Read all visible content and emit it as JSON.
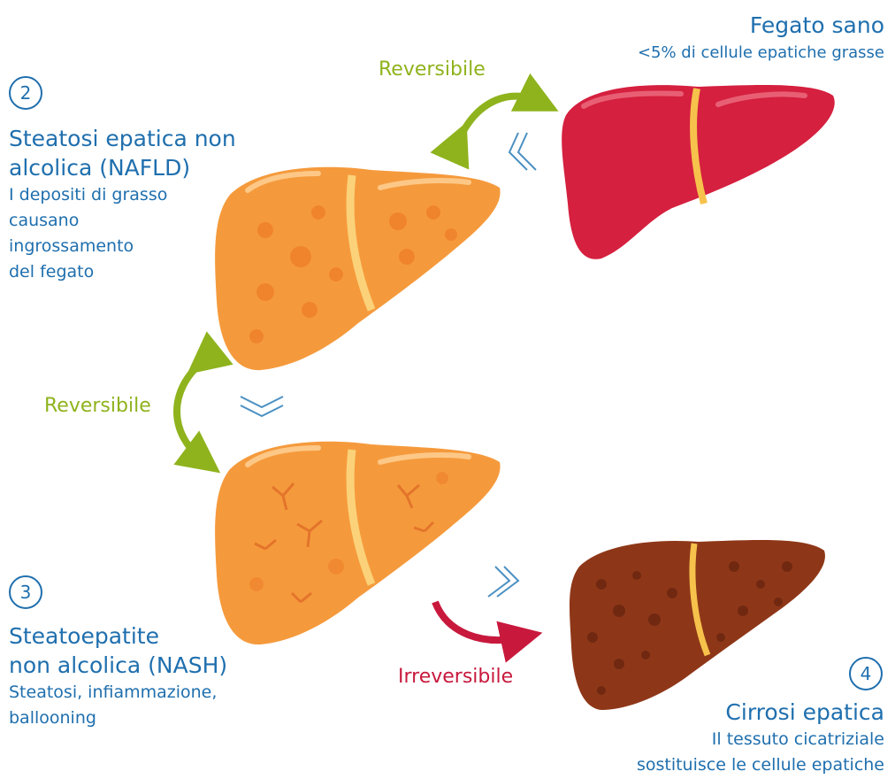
{
  "healthy": {
    "title": "Fegato sano",
    "subtitle": "<5% di cellule epatiche grasse"
  },
  "nafld": {
    "number": "2",
    "title_line1": "Steatosi epatica non",
    "title_line2": "alcolica (NAFLD)",
    "desc_line1": "I depositi di grasso",
    "desc_line2": "causano",
    "desc_line3": "ingrossamento",
    "desc_line4": "del fegato"
  },
  "nash": {
    "number": "3",
    "title_line1": "Steatoepatite",
    "title_line2": "non alcolica (NASH)",
    "desc_line1": "Steatosi, infiammazione,",
    "desc_line2": "ballooning"
  },
  "cirrhosis": {
    "number": "4",
    "title": "Cirrosi epatica",
    "desc_line1": "Il tessuto cicatriziale",
    "desc_line2": "sostituisce le cellule epatiche"
  },
  "transitions": {
    "reversible_top": "Reversibile",
    "reversible_mid": "Reversibile",
    "irreversible": "Irreversibile"
  },
  "colors": {
    "healthy_liver": "#d5203f",
    "fatty_liver": "#f59a3c",
    "cirrhotic_liver": "#8e3718",
    "text_blue": "#1f6fae",
    "reversible_green": "#8fb31d",
    "irreversible_red": "#c8193d"
  }
}
